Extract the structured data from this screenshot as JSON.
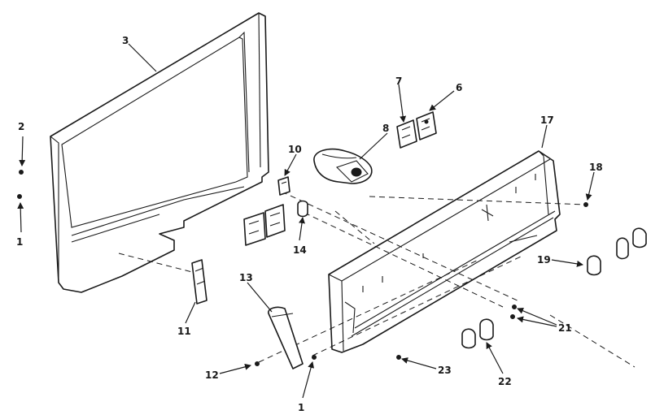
{
  "callouts": {
    "c1_top": "1",
    "c1_bottom": "1",
    "c2": "2",
    "c3": "3",
    "c6": "6",
    "c7": "7",
    "c8": "8",
    "c10": "10",
    "c11": "11",
    "c12": "12",
    "c13": "13",
    "c14": "14",
    "c17": "17",
    "c18": "18",
    "c19": "19",
    "c21": "21",
    "c22": "22",
    "c23": "23"
  }
}
